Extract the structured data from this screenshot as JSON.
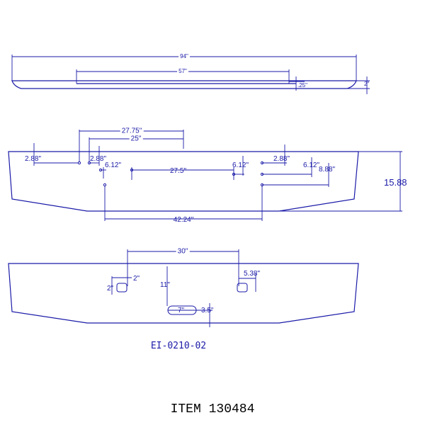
{
  "side_view": {
    "overall_length": "94\"",
    "inner_length": "57\"",
    "offset": ".25\"",
    "height": "2\""
  },
  "front_view": {
    "dim_27_75": "27.75\"",
    "dim_25": "25\"",
    "dim_left_2_88": "2.88\"",
    "dim_inner_2_88": "2.88\"",
    "dim_left_6_12": "6.12\"",
    "dim_27_5": "27.5\"",
    "dim_mid_6_12": "6.12\"",
    "dim_right_2_88": "2.88\"",
    "dim_right_6_12": "6.12\"",
    "dim_8_88": "8.88\"",
    "dim_height": "15.88",
    "dim_42_24": "42.24\""
  },
  "rear_view": {
    "dim_30": "30\"",
    "dim_2_left": "2\"",
    "dim_2_right": "2\"",
    "dim_11": "11\"",
    "dim_5_38": "5.38\"",
    "dim_7": "7\"",
    "dim_3_5": "3.5\""
  },
  "part_code": "EI-0210-02",
  "item_label": "ITEM 130484"
}
